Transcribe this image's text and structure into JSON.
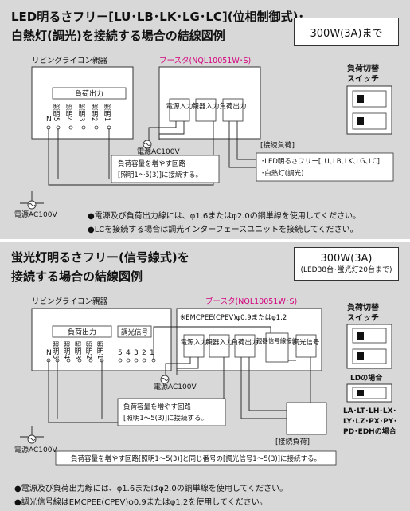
{
  "section1": {
    "title_line1": "LED明るさフリー[LU･LB･LK･LG･LC](位相制御式)･",
    "title_line2": "白熱灯(調光)を接続する場合の結線図例",
    "wattage": "300W(3A)まで",
    "controller_label": "リビングライコン親器",
    "load_output": "負荷出力",
    "terminals": [
      "N",
      "照明5",
      "照明4",
      "照明3",
      "照明2",
      "照明1"
    ],
    "booster_label": "ブースタ(NQL10051W･S)",
    "power_input": "電源入力",
    "child_input": "親器入力",
    "load_out_box": "負荷出力",
    "ac1": "電源AC100V",
    "ac2": "電源AC100V",
    "increase_circuit": "負荷容量を増やす回路",
    "increase_circuit2": "[照明1～5(3)]に接続する。",
    "connected_load_title": "[接続負荷]",
    "connected_load_items": [
      "･LED明るさフリー[LU､LB､LK､LG､LC]",
      "･白熱灯(調光)"
    ],
    "switch_label_1": "負荷切替",
    "switch_label_2": "スイッチ",
    "notes": [
      "●電源及び負荷出力線には、φ1.6またはφ2.0の銅単線を使用してください。",
      "●LCを接続する場合は調光インターフェースユニットを接続してください。"
    ]
  },
  "section2": {
    "title_line1": "蛍光灯明るさフリー(信号線式)を",
    "title_line2": "接続する場合の結線図例",
    "wattage": "300W(3A)",
    "wattage_sub": "(LED38台･蛍光灯20台まで)",
    "controller_label": "リビングライコン親器",
    "load_output": "負荷出力",
    "dimming_signal": "調光信号",
    "terminals": [
      "N",
      "照明5",
      "照明4",
      "照明3",
      "照明2",
      "照明1"
    ],
    "signal_terminals": [
      "5",
      "4",
      "3",
      "2",
      "1"
    ],
    "booster_label": "ブースタ(NQL10051W･S)",
    "emcpee": "※EMCPEE(CPEV)φ0.9またはφ1.2",
    "power_input": "電源入力",
    "child_input": "親器入力",
    "load_out_box": "負荷出力",
    "child_signal": "親器信号線接続",
    "dimming_signal_box": "調光信号",
    "ac1": "電源AC100V",
    "ac2": "電源AC100V",
    "increase_circuit": "負荷容量を増やす回路",
    "increase_circuit2": "[照明1～5(3)]に接続する。",
    "connected_load": "[接続負荷]",
    "bottom_note": "負荷容量を増やす回路[照明1～5(3)]と同じ番号の[調光信号1～5(3)]に接続する。",
    "switch_label_1": "負荷切替",
    "switch_label_2": "スイッチ",
    "ld_case": "LDの場合",
    "ld_models": [
      "LA･LT･LH･LX･",
      "LY･LZ･PX･PY･",
      "PD･EDHの場合"
    ],
    "notes": [
      "●電源及び負荷出力線には、φ1.6またはφ2.0の銅単線を使用してください。",
      "●調光信号線はEMCPEE(CPEV)φ0.9またはφ1.2を使用してください。"
    ]
  }
}
